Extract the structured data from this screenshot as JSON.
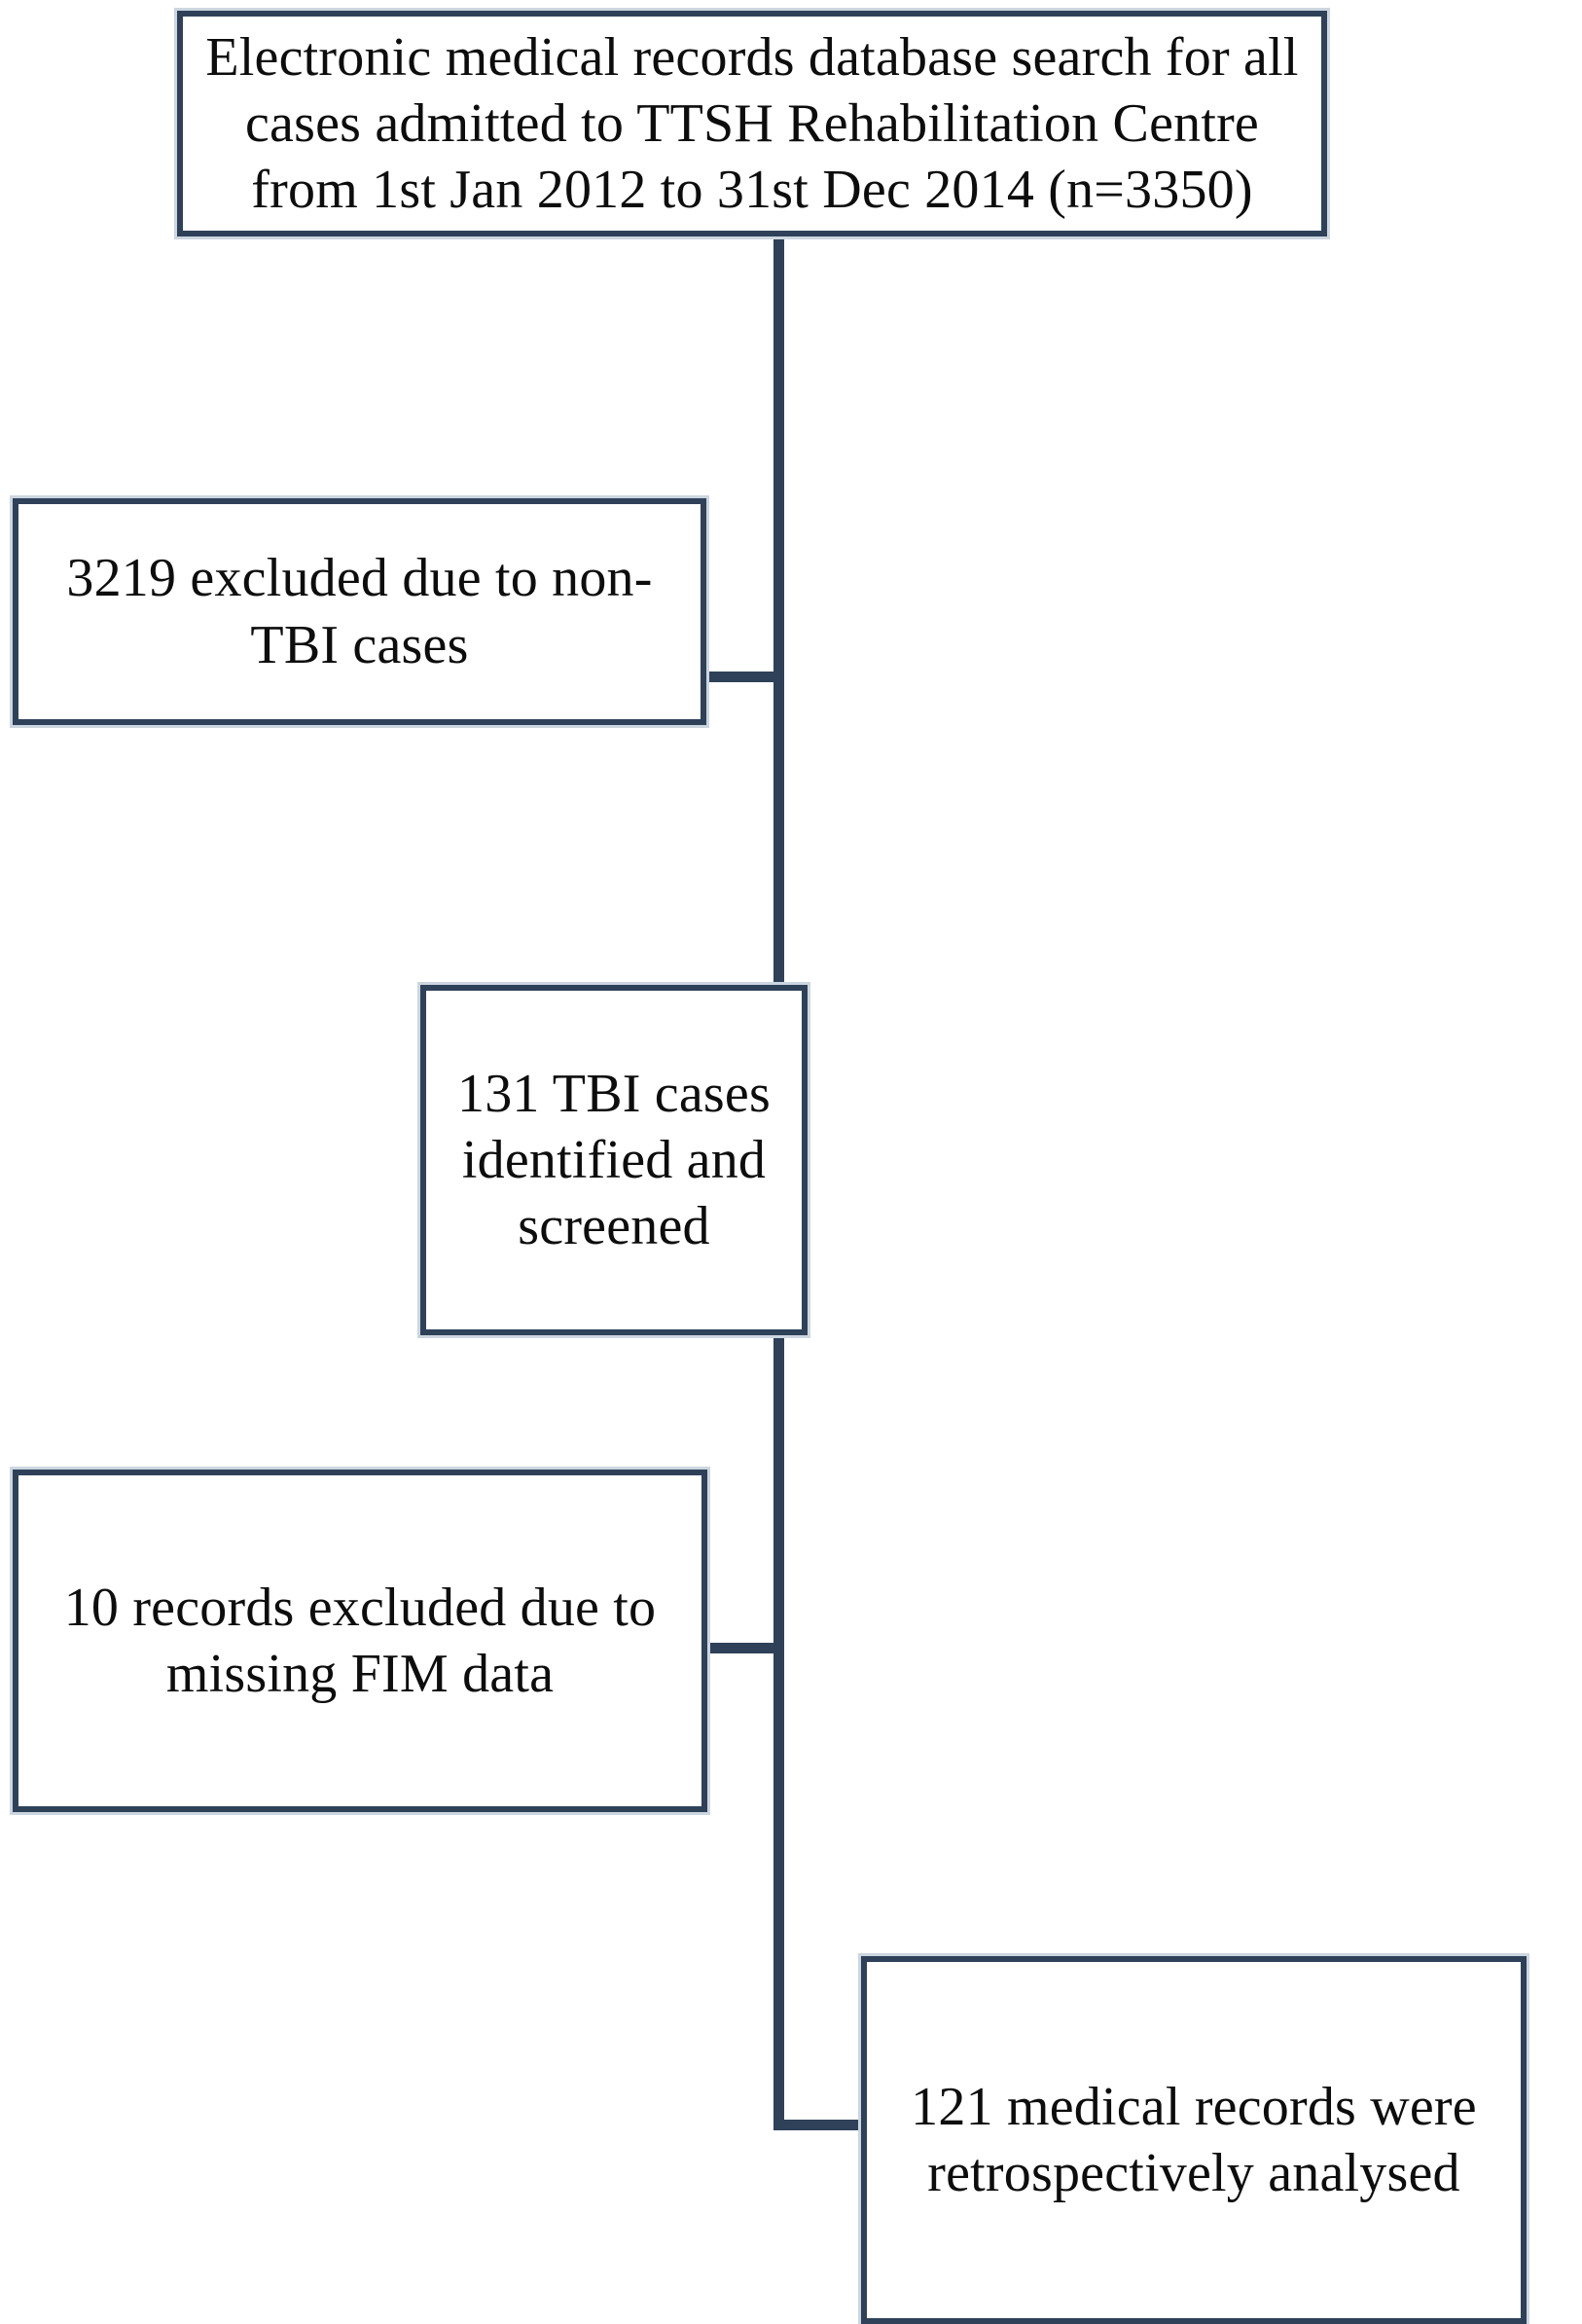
{
  "diagram": {
    "type": "flowchart",
    "title": "Study participant selection flowchart",
    "accent_color": "#2e4159",
    "background_color": "#ffffff",
    "text_color": "#0d0d0d",
    "nodes": [
      {
        "id": "search",
        "label": "Electronic medical records database search for all cases admitted to TTSH Rehabilitation Centre from 1st Jan 2012 to 31st Dec 2014 (n=3350)",
        "count": 3350,
        "role": "source"
      },
      {
        "id": "excluded_non_tbi",
        "label": "3219 excluded due to non-TBI cases",
        "count": 3219,
        "role": "exclusion"
      },
      {
        "id": "tbi_identified",
        "label": "131 TBI cases identified and screened",
        "count": 131,
        "role": "screening"
      },
      {
        "id": "excluded_missing_fim",
        "label": "10 records excluded due to missing FIM data",
        "count": 10,
        "role": "exclusion"
      },
      {
        "id": "analysed",
        "label": "121 medical records were retrospectively analysed",
        "count": 121,
        "role": "included"
      }
    ],
    "edges": [
      {
        "from": "search",
        "to": "tbi_identified",
        "kind": "vertical-trunk"
      },
      {
        "from": "excluded_non_tbi",
        "to": "tbi_identified",
        "kind": "side-branch"
      },
      {
        "from": "tbi_identified",
        "to": "analysed",
        "kind": "vertical-trunk"
      },
      {
        "from": "excluded_missing_fim",
        "to": "analysed",
        "kind": "side-branch"
      }
    ]
  }
}
